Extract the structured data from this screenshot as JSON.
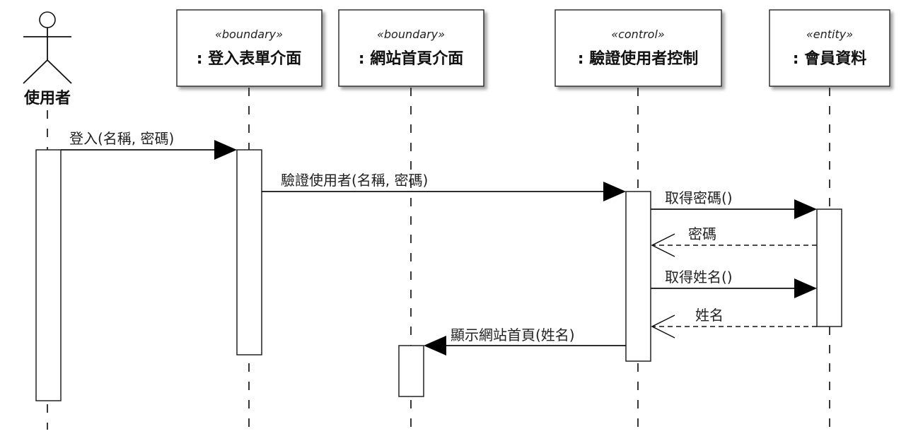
{
  "actor": {
    "name": "使用者"
  },
  "participants": [
    {
      "stereotype": "«boundary»",
      "name": ": 登入表單介面"
    },
    {
      "stereotype": "«boundary»",
      "name": ": 網站首頁介面"
    },
    {
      "stereotype": "«control»",
      "name": ": 驗證使用者控制"
    },
    {
      "stereotype": "«entity»",
      "name": ": 會員資料"
    }
  ],
  "messages": [
    {
      "label": "登入(名稱, 密碼)",
      "type": "sync"
    },
    {
      "label": "驗證使用者(名稱, 密碼)",
      "type": "sync"
    },
    {
      "label": "取得密碼()",
      "type": "sync"
    },
    {
      "label": "密碼",
      "type": "return"
    },
    {
      "label": "取得姓名()",
      "type": "sync"
    },
    {
      "label": "姓名",
      "type": "return"
    },
    {
      "label": "顯示網站首頁(姓名)",
      "type": "sync"
    }
  ]
}
